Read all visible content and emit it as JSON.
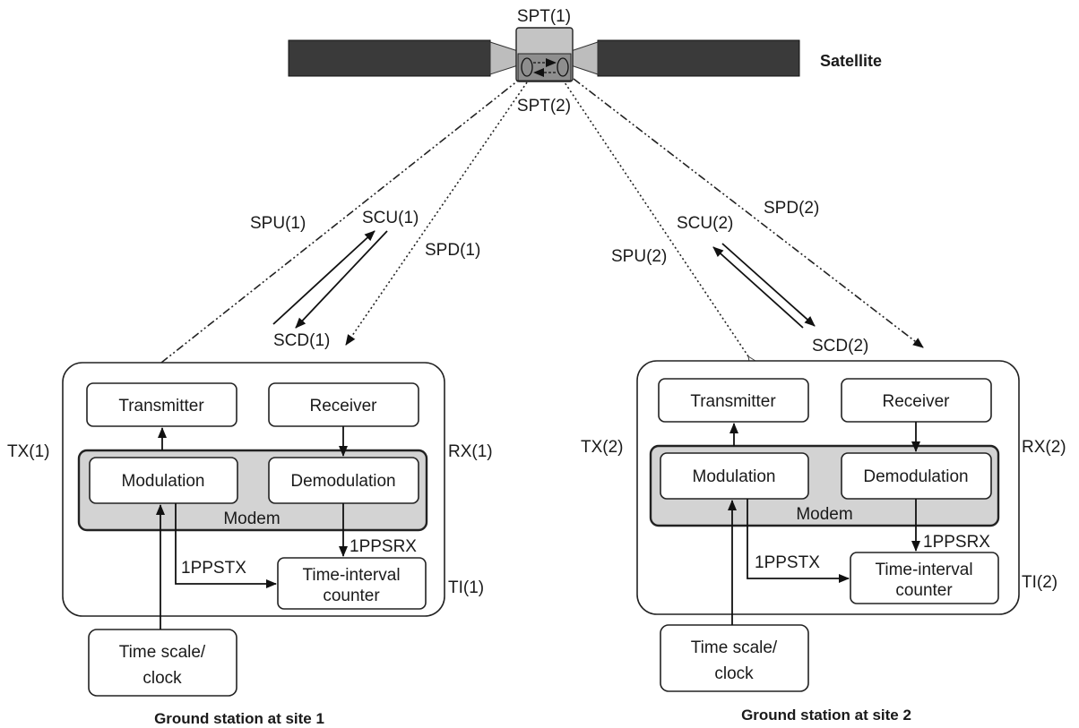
{
  "satellite": {
    "label": "Satellite",
    "transponder_top": "SPT(1)",
    "transponder_bottom": "SPT(2)"
  },
  "links": {
    "spu1": "SPU(1)",
    "scu1": "SCU(1)",
    "spd1": "SPD(1)",
    "scd1": "SCD(1)",
    "spu2": "SPU(2)",
    "scu2": "SCU(2)",
    "spd2": "SPD(2)",
    "scd2": "SCD(2)"
  },
  "station1": {
    "title": "Ground station at site 1",
    "transmitter": "Transmitter",
    "receiver": "Receiver",
    "modulation": "Modulation",
    "demodulation": "Demodulation",
    "modem": "Modem",
    "tx_label": "TX(1)",
    "rx_label": "RX(1)",
    "ti_label": "TI(1)",
    "pps_rx": "1PPSRX",
    "pps_tx": "1PPSTX",
    "counter_line1": "Time-interval",
    "counter_line2": "counter",
    "clock_line1": "Time scale/",
    "clock_line2": "clock"
  },
  "station2": {
    "title": "Ground station at site 2",
    "transmitter": "Transmitter",
    "receiver": "Receiver",
    "modulation": "Modulation",
    "demodulation": "Demodulation",
    "modem": "Modem",
    "tx_label": "TX(2)",
    "rx_label": "RX(2)",
    "ti_label": "TI(2)",
    "pps_rx": "1PPSRX",
    "pps_tx": "1PPSTX",
    "counter_line1": "Time-interval",
    "counter_line2": "counter",
    "clock_line1": "Time scale/",
    "clock_line2": "clock"
  }
}
